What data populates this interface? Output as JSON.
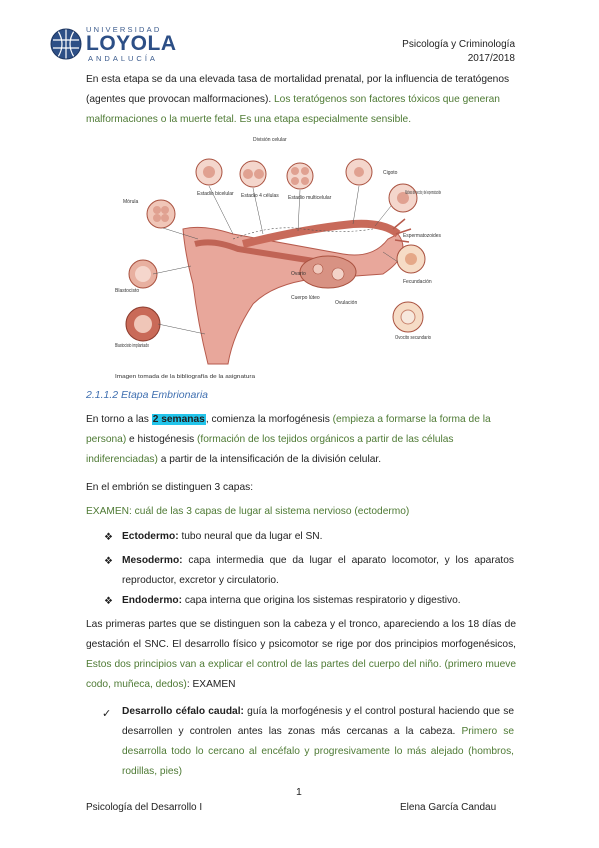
{
  "header": {
    "logo": {
      "top": "UNIVERSIDAD",
      "main": "LOYOLA",
      "bottom": "ANDALUCÍA"
    },
    "course": "Psicología y Criminología",
    "year": "2017/2018"
  },
  "intro": {
    "p1_black": "En esta etapa se da una elevada tasa de mortalidad prenatal, por la influencia de teratógenos (agentes que provocan malformaciones).",
    "p1_green": " Los teratógenos son factores tóxicos que generan malformaciones o la muerte fetal. Es una etapa especialmente sensible."
  },
  "figure": {
    "labels": {
      "division": "División celular",
      "morula": "Mórula",
      "bicellular": "Estadio bicelular",
      "quad": "Estadio 4 células",
      "multi": "Estadio multicelular",
      "cigoto": "Cigoto",
      "nucleos": "Núcleos del ovocito y del espermatozoide",
      "espermatozoides": "Espermatozoides",
      "fecundacion": "Fecundación",
      "blastocisto": "Blastocisto",
      "ovario": "Ovario",
      "implantado": "Blastocisto implantado",
      "ovulacion": "Ovulación",
      "cuerpo": "Cuerpo lúteo",
      "ovocito": "Ovocito secundario"
    },
    "caption": "Imagen tomada de la bibliografía de la asignatura"
  },
  "section": {
    "heading": "2.1.1.2 Etapa Embrionaria",
    "p2_a": "En torno a las ",
    "p2_hl": "2 semanas",
    "p2_b": ", comienza la morfogénesis ",
    "p2_g1": "(empieza a formarse la forma de la persona)",
    "p2_c": " e histogénesis ",
    "p2_g2": "(formación de los tejidos orgánicos a partir de las células indiferenciadas)",
    "p2_d": " a partir de la intensificación de la división celular.",
    "p3": "En el embrión se distinguen 3 capas:",
    "exam": "EXAMEN: cuál de las 3 capas de lugar al sistema nervioso (ectodermo)",
    "layers": [
      {
        "term": "Ectodermo:",
        "desc": " tubo neural que da lugar el SN."
      },
      {
        "term": "Mesodermo:",
        "desc": " capa intermedia que da lugar el aparato locomotor, y los aparatos reproductor, excretor y circulatorio."
      },
      {
        "term": "Endodermo:",
        "desc": " capa interna que origina los sistemas respiratorio y digestivo."
      }
    ],
    "p4_black": "Las primeras partes que se distinguen son la cabeza y el tronco, apareciendo a los 18 días de gestación el SNC. El desarrollo físico y psicomotor se rige por dos principios morfogenésicos,",
    "p4_green": " Estos dos principios van a explicar el control de las partes del cuerpo del niño. (primero mueve codo, muñeca, dedos)",
    "p4_end": ": EXAMEN",
    "check": {
      "term": "Desarrollo céfalo caudal:",
      "desc": " guía la morfogénesis y el control postural haciendo que se desarrollen y controlen antes las zonas más cercanas a la cabeza.",
      "green": " Primero se desarrolla todo lo cercano al encéfalo y progresivamente lo más alejado (hombros, rodillas, pies)"
    }
  },
  "footer": {
    "page": "1",
    "subject": "Psicología del Desarrollo I",
    "author": "Elena García Candau"
  },
  "icons": {
    "bullet": "diamond-bullet-icon",
    "check": "check-mark-icon"
  },
  "colors": {
    "green": "#4e7a34",
    "highlight": "#23c4ea",
    "heading": "#3f6fb0",
    "logo": "#2d4f86"
  }
}
